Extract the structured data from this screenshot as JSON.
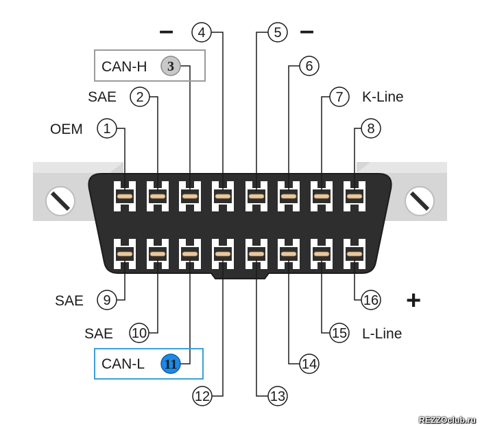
{
  "pins": [
    {
      "num": "1"
    },
    {
      "num": "2"
    },
    {
      "num": "3"
    },
    {
      "num": "4"
    },
    {
      "num": "5"
    },
    {
      "num": "6"
    },
    {
      "num": "7"
    },
    {
      "num": "8"
    },
    {
      "num": "9"
    },
    {
      "num": "10"
    },
    {
      "num": "11"
    },
    {
      "num": "12"
    },
    {
      "num": "13"
    },
    {
      "num": "14"
    },
    {
      "num": "15"
    },
    {
      "num": "16"
    }
  ],
  "labels": {
    "oem": "OEM",
    "sae_pin2": "SAE",
    "can_h": "CAN-H",
    "ground_minus_left": "–",
    "ground_minus_right": "–",
    "k_line": "K-Line",
    "sae_pin9": "SAE",
    "sae_pin10": "SAE",
    "can_l": "CAN-L",
    "plus": "+",
    "l_line": "L-Line"
  },
  "colors": {
    "connector_body": "#2d2d2d",
    "pin_contact": "#e8c9a0",
    "can_h_highlight": "#c8c8c8",
    "can_l_highlight": "#1e88e5",
    "can_h_box": "#9a9a9a",
    "can_l_box": "#3aa0d8",
    "mount_tab": "#d4d4d4"
  },
  "watermark": "REZZOclub.ru"
}
